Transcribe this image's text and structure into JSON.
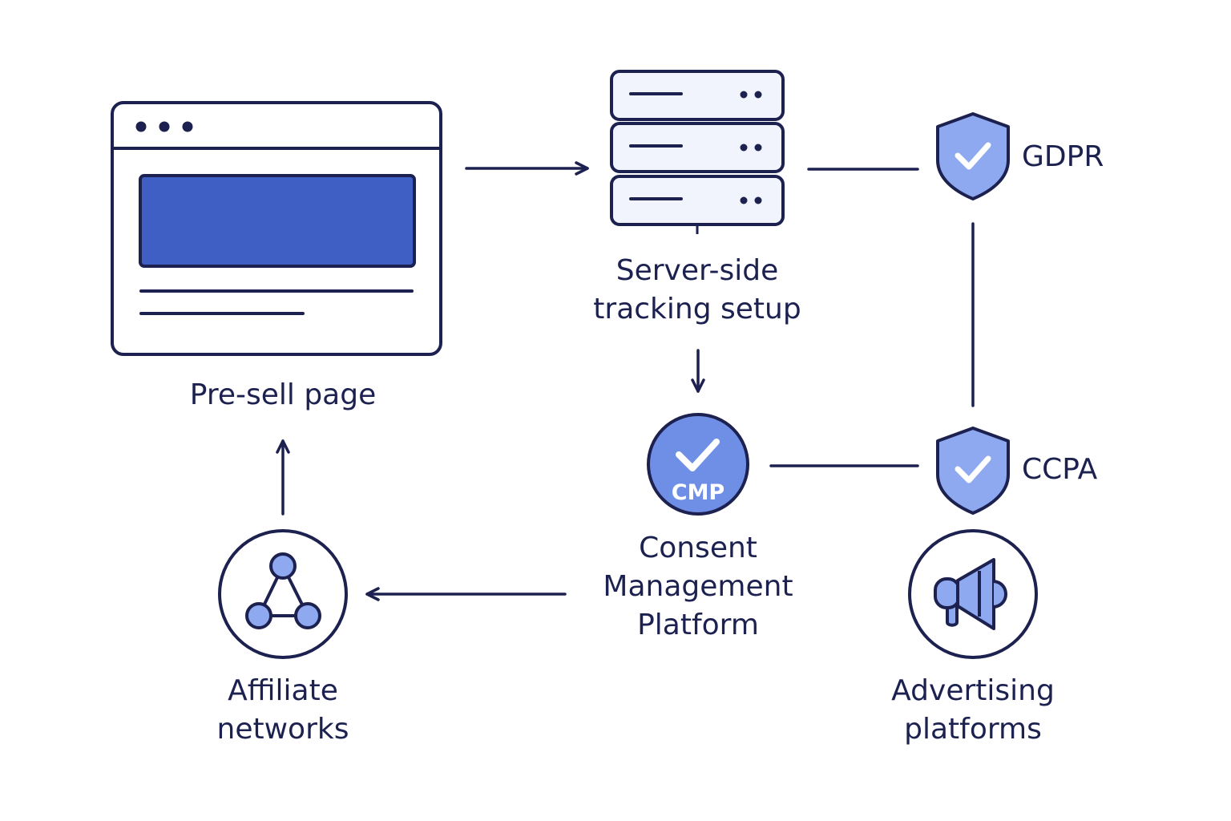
{
  "nodes": {
    "presell": {
      "label": "Pre-sell page"
    },
    "server": {
      "label_line1": "Server-side",
      "label_line2": "tracking setup"
    },
    "cmp": {
      "badge": "CMP",
      "label_line1": "Consent",
      "label_line2": "Management",
      "label_line3": "Platform"
    },
    "affiliate": {
      "label_line1": "Affiliate",
      "label_line2": "networks"
    },
    "advertising": {
      "label_line1": "Advertising",
      "label_line2": "platforms"
    },
    "gdpr": {
      "label": "GDPR"
    },
    "ccpa": {
      "label": "CCPA"
    }
  },
  "colors": {
    "stroke": "#1c2150",
    "accent_dark": "#3f5fc4",
    "accent_light": "#8ea9f0",
    "server_fill": "#f1f4fd",
    "background": "#ffffff"
  },
  "icons": {
    "presell": "browser-window-icon",
    "server": "server-stack-icon",
    "cmp": "consent-check-icon",
    "affiliate": "network-triangle-icon",
    "advertising": "megaphone-icon",
    "gdpr": "shield-check-icon",
    "ccpa": "shield-check-icon"
  }
}
